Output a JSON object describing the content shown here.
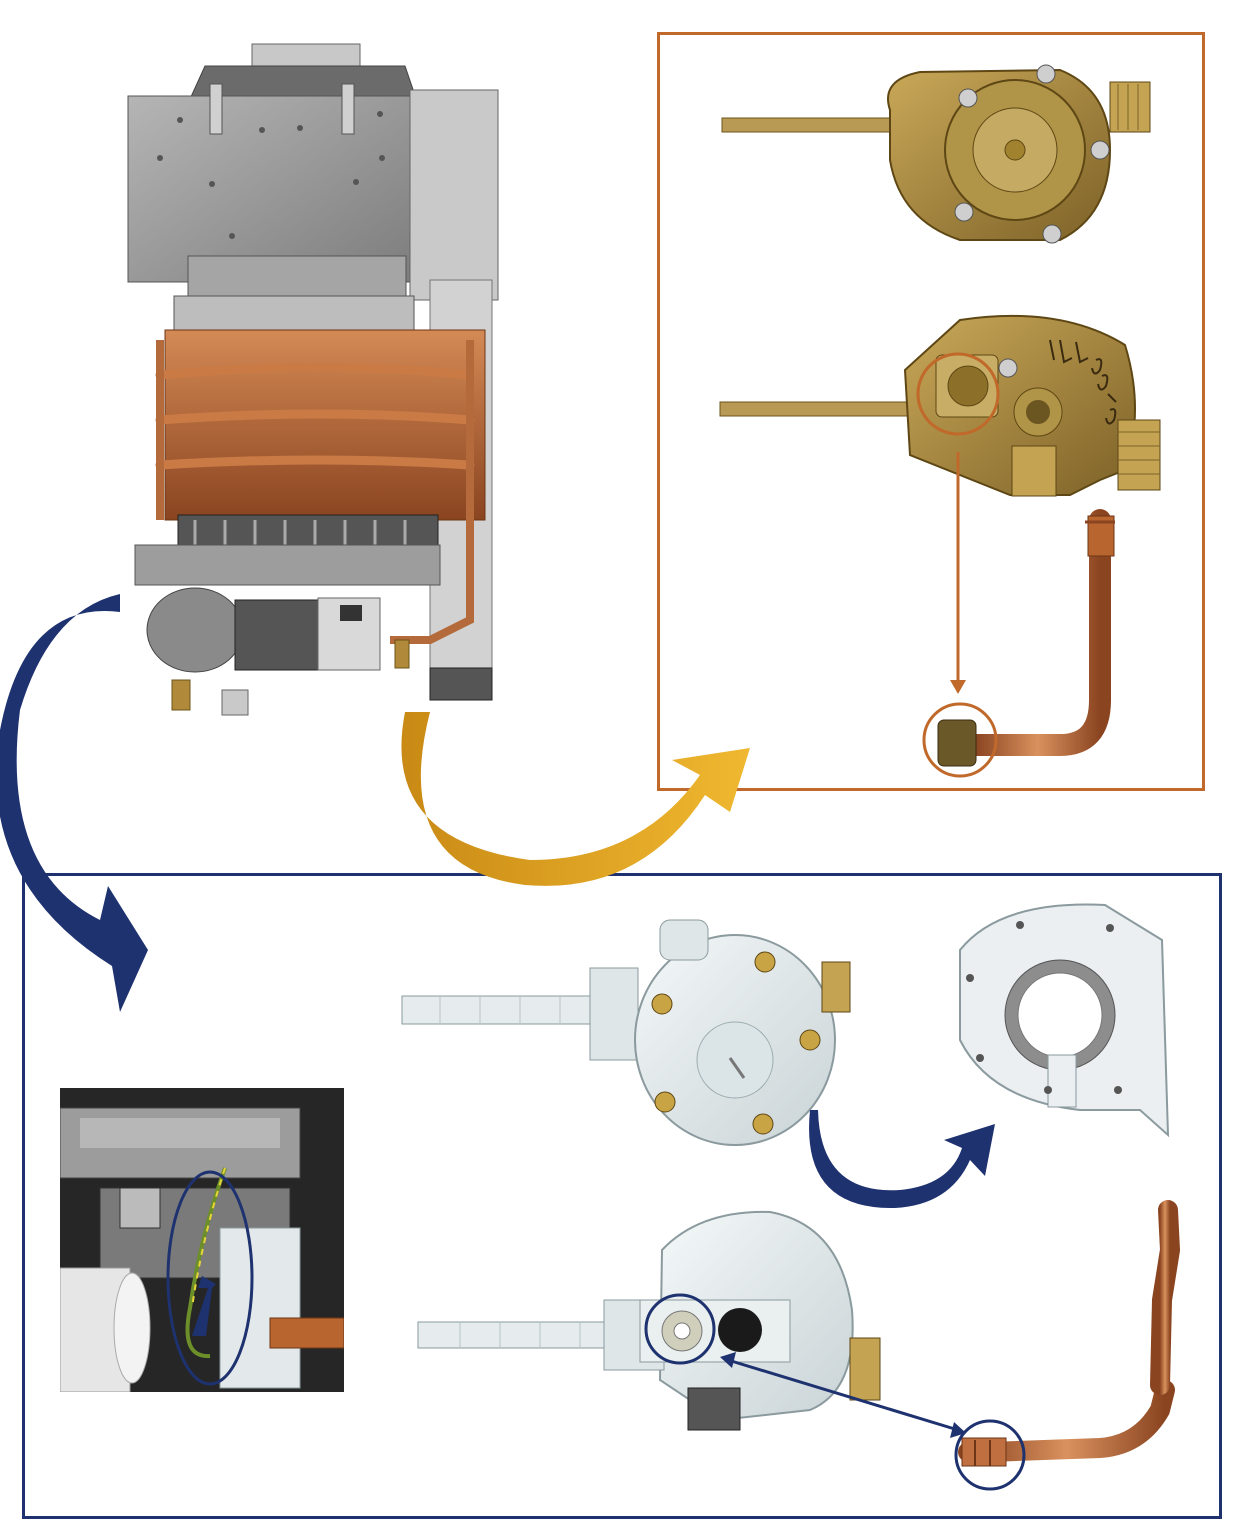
{
  "figure": {
    "components": [
      {
        "id": "water-heater",
        "icon": "water-heater-icon"
      },
      {
        "id": "brass-water-valve-front",
        "icon": "brass-valve-icon"
      },
      {
        "id": "brass-water-valve-side",
        "icon": "brass-valve-icon",
        "handwriting": "1LL 09/08"
      },
      {
        "id": "copper-pipe-orange",
        "icon": "copper-pipe-icon"
      },
      {
        "id": "plastic-water-valve-front",
        "icon": "plastic-valve-icon"
      },
      {
        "id": "mounting-plate",
        "icon": "mounting-plate-icon"
      },
      {
        "id": "plastic-water-valve-side",
        "icon": "plastic-valve-icon"
      },
      {
        "id": "copper-pipe-blue",
        "icon": "copper-pipe-icon"
      },
      {
        "id": "ground-wire-inset",
        "icon": "ground-wire-icon"
      }
    ],
    "colors": {
      "orange_accent": "#c0692a",
      "gold_arrow": "#e0a020",
      "blue_accent": "#1f3270",
      "copper": "#b8652f",
      "brass": "#a98a3e",
      "steel": "#9a9a9a",
      "plastic": "#e8eef0"
    }
  }
}
